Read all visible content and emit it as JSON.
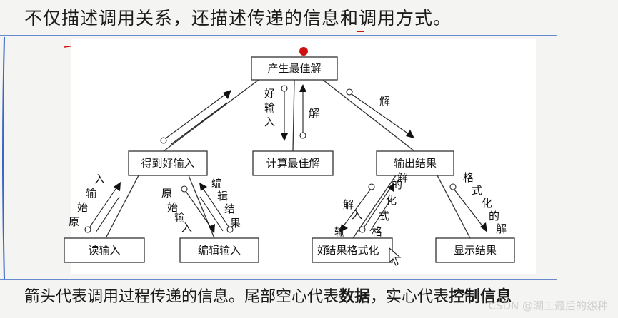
{
  "header": {
    "title": "不仅描述调用关系，还描述传递的信息和调用方式。"
  },
  "footer": {
    "caption_part1": "箭头代表调用过程传递的信息。尾部空心代表",
    "caption_bold1": "数据",
    "caption_part2": "，实心代表",
    "caption_bold2": "控制信息",
    "watermark": "CSDN @湖工最后的怨种"
  },
  "diagram": {
    "nodes": {
      "root": "产生最佳解",
      "get_input": "得到好输入",
      "compute": "计算最佳解",
      "output": "输出结果",
      "read_input": "读输入",
      "edit_input": "编辑输入",
      "format_result": "结果格式化",
      "show_result": "显示结果"
    },
    "flows": {
      "good_input_up": "好输入",
      "good_input_down": "好输入",
      "solution_up": "解",
      "solution_to_output": "解",
      "raw_input": "原始输入",
      "raw_input_down": "原始输入",
      "edited_result": "编辑结果",
      "solution_to_format": "解",
      "formatted_solution": "格式化的解",
      "formatted_solution_right": "格式化的解"
    }
  },
  "colors": {
    "border_blue": "#3a66c4",
    "accent_red": "#cc1111",
    "background": "#f4f5f3",
    "panel": "#ffffff"
  }
}
